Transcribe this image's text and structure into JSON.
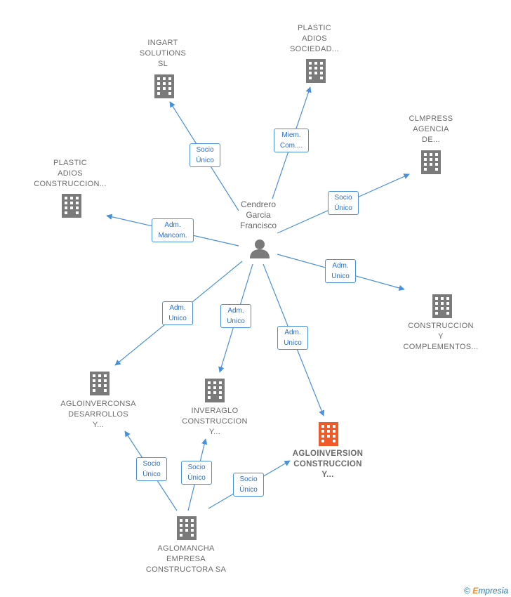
{
  "person": {
    "lines": [
      "Cendrero",
      "Garcia",
      "Francisco"
    ]
  },
  "nodes": [
    {
      "id": "ingart",
      "lines": [
        "INGART",
        "SOLUTIONS",
        "SL"
      ]
    },
    {
      "id": "plastic_sociedad",
      "lines": [
        "PLASTIC",
        "ADIOS",
        "SOCIEDAD..."
      ]
    },
    {
      "id": "clmpress",
      "lines": [
        "CLMPRESS",
        "AGENCIA",
        "DE..."
      ]
    },
    {
      "id": "plastic_construccion",
      "lines": [
        "PLASTIC",
        "ADIOS",
        "CONSTRUCCION..."
      ]
    },
    {
      "id": "construccion_complementos",
      "lines": [
        "CONSTRUCCION",
        "Y",
        "COMPLEMENTOS..."
      ]
    },
    {
      "id": "agloinverconsa",
      "lines": [
        "AGLOINVERCONSA",
        "DESARROLLOS",
        "Y..."
      ]
    },
    {
      "id": "inveraglo",
      "lines": [
        "INVERAGLO",
        "CONSTRUCCION",
        "Y..."
      ]
    },
    {
      "id": "agloinversion",
      "lines": [
        "AGLOINVERSION",
        "CONSTRUCCION",
        "Y..."
      ]
    },
    {
      "id": "aglomancha",
      "lines": [
        "AGLOMANCHA",
        "EMPRESA",
        "CONSTRUCTORA SA"
      ]
    }
  ],
  "edges": [
    {
      "id": "e_ingart",
      "lines": [
        "Socio",
        "Único"
      ]
    },
    {
      "id": "e_plastic_sociedad",
      "lines": [
        "Miem.",
        "Com...."
      ]
    },
    {
      "id": "e_clmpress",
      "lines": [
        "Socio",
        "Único"
      ]
    },
    {
      "id": "e_plastic_construccion",
      "lines": [
        "Adm.",
        "Mancom."
      ]
    },
    {
      "id": "e_construccion_complementos",
      "lines": [
        "Adm.",
        "Unico"
      ]
    },
    {
      "id": "e_agloinverconsa",
      "lines": [
        "Adm.",
        "Unico"
      ]
    },
    {
      "id": "e_inveraglo",
      "lines": [
        "Adm.",
        "Unico"
      ]
    },
    {
      "id": "e_agloinversion",
      "lines": [
        "Adm.",
        "Unico"
      ]
    },
    {
      "id": "e_am_agloinverconsa",
      "lines": [
        "Socio",
        "Único"
      ]
    },
    {
      "id": "e_am_inveraglo",
      "lines": [
        "Socio",
        "Único"
      ]
    },
    {
      "id": "e_am_agloinversion",
      "lines": [
        "Socio",
        "Único"
      ]
    }
  ],
  "colors": {
    "edge": "#4a90d9",
    "building": "#7a7a7a",
    "highlight": "#f05a28",
    "person": "#7a7a7a"
  },
  "footer": {
    "copyright": "©",
    "brand_initial": "E",
    "brand_rest": "mpresia"
  }
}
